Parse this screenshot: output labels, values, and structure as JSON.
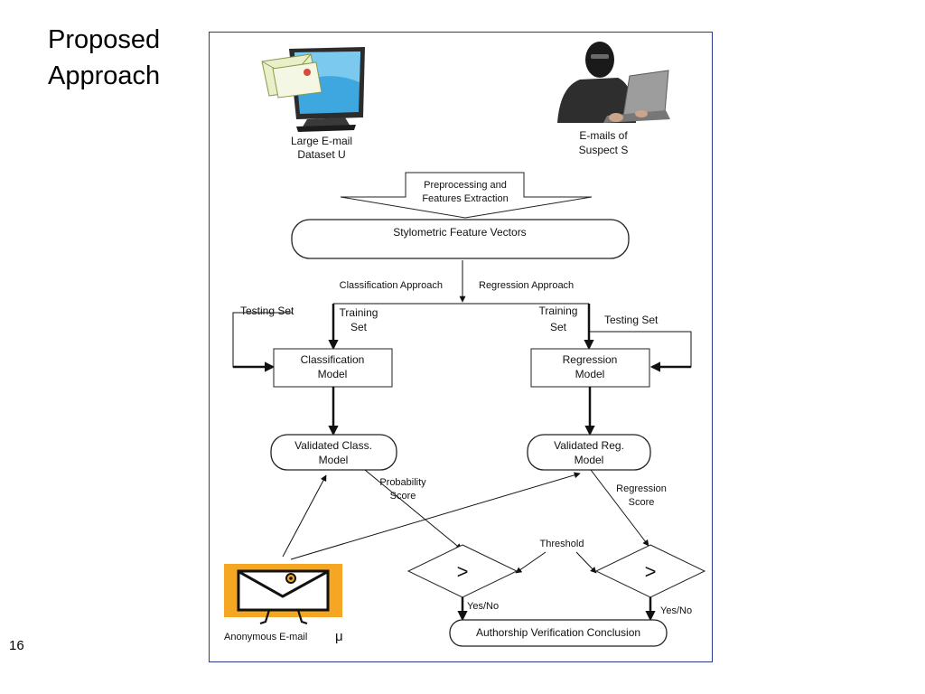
{
  "slide": {
    "title_line1": "Proposed",
    "title_line2": "Approach",
    "page_number": "16"
  },
  "diagram": {
    "dataset_label_1": "Large E-mail",
    "dataset_label_2": "Dataset U",
    "suspect_label_1": "E-mails of",
    "suspect_label_2": "Suspect S",
    "preprocessing_1": "Preprocessing and",
    "preprocessing_2": "Features Extraction",
    "feature_vectors": "Stylometric Feature Vectors",
    "classification_approach": "Classification Approach",
    "regression_approach": "Regression Approach",
    "testing_set_left": "Testing Set",
    "training_set_left_1": "Training",
    "training_set_left_2": "Set",
    "training_set_right_1": "Training",
    "training_set_right_2": "Set",
    "testing_set_right": "Testing Set",
    "classification_model_1": "Classification",
    "classification_model_2": "Model",
    "regression_model_1": "Regression",
    "regression_model_2": "Model",
    "validated_class_1": "Validated Class.",
    "validated_class_2": "Model",
    "validated_reg_1": "Validated Reg.",
    "validated_reg_2": "Model",
    "probability_score_1": "Probability",
    "probability_score_2": "Score",
    "regression_score_1": "Regression",
    "regression_score_2": "Score",
    "threshold": "Threshold",
    "compare_symbol": ">",
    "yes_no": "Yes/No",
    "conclusion": "Authorship Verification Conclusion",
    "anonymous_email": "Anonymous E-mail",
    "mu_symbol": "μ"
  }
}
